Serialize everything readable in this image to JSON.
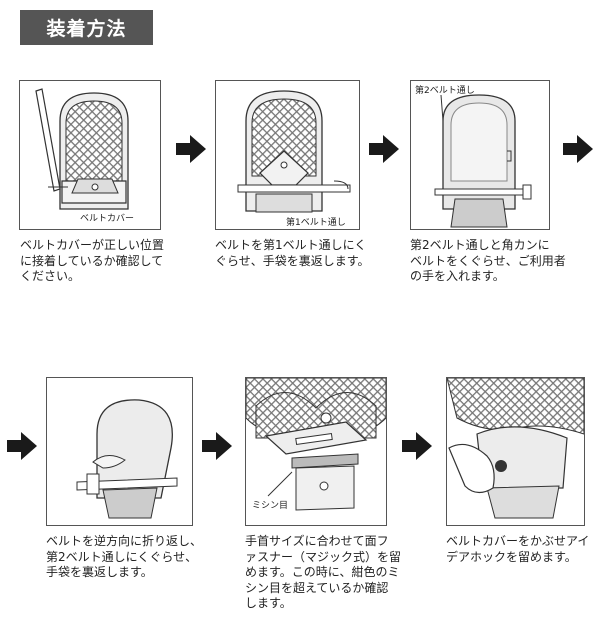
{
  "section_title": "装着方法",
  "steps": [
    {
      "caption": "ベルトカバーが正しい位置\nに接着しているか確認して\nください。",
      "label": "ベルトカバー"
    },
    {
      "caption": "ベルトを第1ベルト通しにく\nぐらせ、手袋を裏返します。",
      "label": "第1ベルト通し"
    },
    {
      "caption": "第2ベルト通しと角カンに\nベルトをくぐらせ、ご利用者\nの手を入れます。",
      "label": "第2ベルト通し"
    },
    {
      "caption": "ベルトを逆方向に折り返し、\n第2ベルト通しにくぐらせ、\n手袋を裏返します。"
    },
    {
      "caption": "手首サイズに合わせて面フ\nァスナー（マジック式）を留\nめます。この時に、紺色のミ\nシン目を超えているか確認\nします。",
      "label": "ミシン目"
    },
    {
      "caption": "ベルトカバーをかぶせアイ\nデアホックを留めます。"
    }
  ]
}
